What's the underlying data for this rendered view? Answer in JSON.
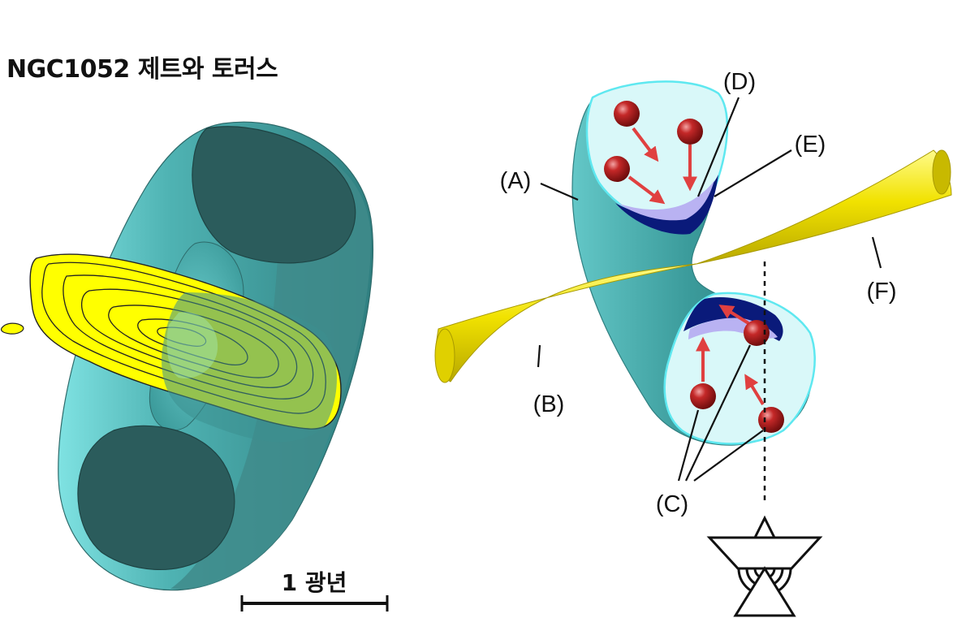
{
  "title": "NGC1052 제트와 토러스",
  "scale_bar": {
    "label": "1 광년"
  },
  "labels": {
    "A": "(A)",
    "B": "(B)",
    "C": "(C)",
    "D": "(D)",
    "E": "(E)",
    "F": "(F)"
  },
  "colors": {
    "torus": "#3a8f90",
    "torus_highlight": "#7de8e6",
    "torus_face": "#d8f7f8",
    "torus_dark": "#2c5757",
    "jet": "#f2e600",
    "contour_fill": "#ffff00",
    "particle": "#b81c1c",
    "arrow": "#e04040",
    "absorber_dark": "#0a1a7a",
    "absorber_light": "#b9b2f2"
  }
}
